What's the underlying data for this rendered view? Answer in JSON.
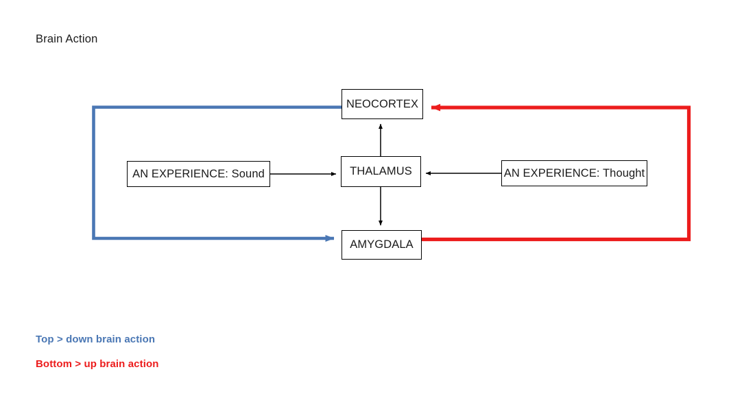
{
  "page": {
    "title": "Brain Action",
    "background": "#ffffff"
  },
  "colors": {
    "blue": "#4a77b4",
    "red": "#ec1c1c",
    "black": "#000000",
    "text": "#1a1a1a"
  },
  "nodes": [
    {
      "id": "neocortex",
      "label": "NEOCORTEX"
    },
    {
      "id": "thalamus",
      "label": "THALAMUS"
    },
    {
      "id": "amygdala",
      "label": "AMYGDALA"
    },
    {
      "id": "experience_sound",
      "label": "AN EXPERIENCE: Sound"
    },
    {
      "id": "experience_thought",
      "label": "AN EXPERIENCE: Thought"
    }
  ],
  "connectors": [
    {
      "id": "thalamus-to-neocortex",
      "from": "thalamus",
      "to": "neocortex",
      "color": "#000000",
      "direction": "up"
    },
    {
      "id": "thalamus-to-amygdala",
      "from": "thalamus",
      "to": "amygdala",
      "color": "#000000",
      "direction": "down"
    },
    {
      "id": "sound-to-thalamus",
      "from": "experience_sound",
      "to": "thalamus",
      "color": "#000000",
      "direction": "right"
    },
    {
      "id": "thought-to-thalamus",
      "from": "experience_thought",
      "to": "thalamus",
      "color": "#000000",
      "direction": "left"
    },
    {
      "id": "neocortex-to-amygdala",
      "from": "neocortex",
      "to": "amygdala",
      "color": "#4a77b4",
      "direction": "top-down-loop"
    },
    {
      "id": "amygdala-to-neocortex",
      "from": "amygdala",
      "to": "neocortex",
      "color": "#ec1c1c",
      "direction": "bottom-up-loop"
    }
  ],
  "legend": {
    "top_down": "Top > down brain action",
    "bottom_up": "Bottom > up brain action",
    "top_down_color": "#4a77b4",
    "bottom_up_color": "#ec1c1c"
  }
}
